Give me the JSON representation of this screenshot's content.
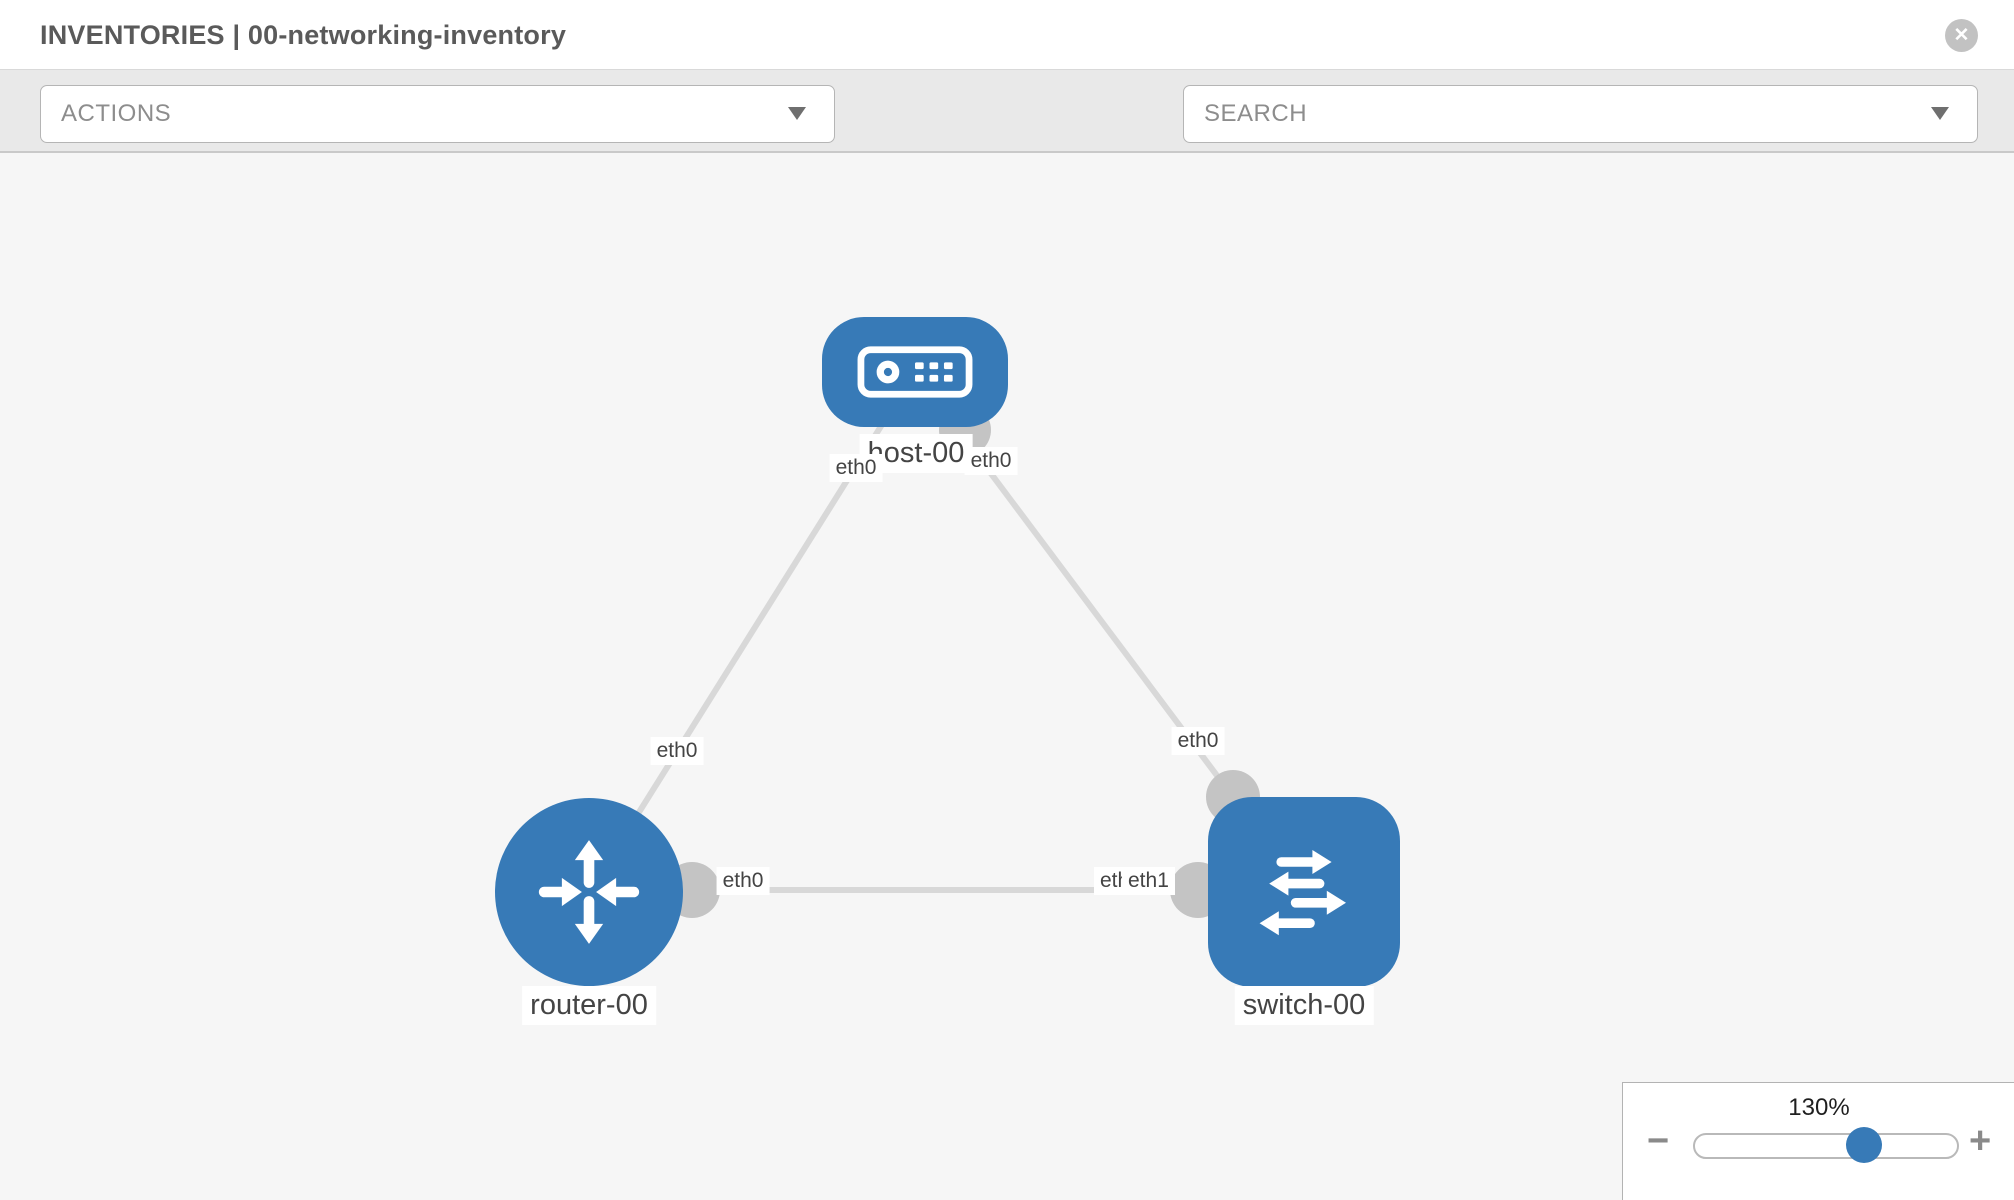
{
  "header": {
    "title": "INVENTORIES | 00-networking-inventory",
    "close_glyph": "✕"
  },
  "toolbar": {
    "actions_placeholder": "ACTIONS",
    "search_placeholder": "SEARCH",
    "icons": [
      "wrench-icon",
      "key-icon"
    ]
  },
  "topology": {
    "nodes": [
      {
        "id": "host-00",
        "type": "host",
        "label": "host-00"
      },
      {
        "id": "router-00",
        "type": "router",
        "label": "router-00"
      },
      {
        "id": "switch-00",
        "type": "switch",
        "label": "switch-00"
      }
    ],
    "links": [
      {
        "from": "host-00",
        "from_interface": "eth0",
        "to": "router-00",
        "to_interface": "eth0"
      },
      {
        "from": "host-00",
        "from_interface": "eth0",
        "to": "switch-00",
        "to_interface": "eth0"
      },
      {
        "from": "router-00",
        "from_interface": "eth0",
        "to": "switch-00",
        "to_interface": "eth1",
        "partially_hidden_label": "eth0"
      }
    ]
  },
  "zoom_control": {
    "level": "130%",
    "minus_glyph": "−",
    "plus_glyph": "+"
  },
  "colors": {
    "node_blue": "#377ab7",
    "port_gray": "#c4c4c4",
    "link_gray": "#d8d8d8",
    "toolbar_gray": "#e9e9e9",
    "canvas_gray": "#f6f6f6",
    "icon_gray": "#7a838e",
    "title_text": "#5a5a5a",
    "slider_thumb_blue": "#377ab7"
  }
}
